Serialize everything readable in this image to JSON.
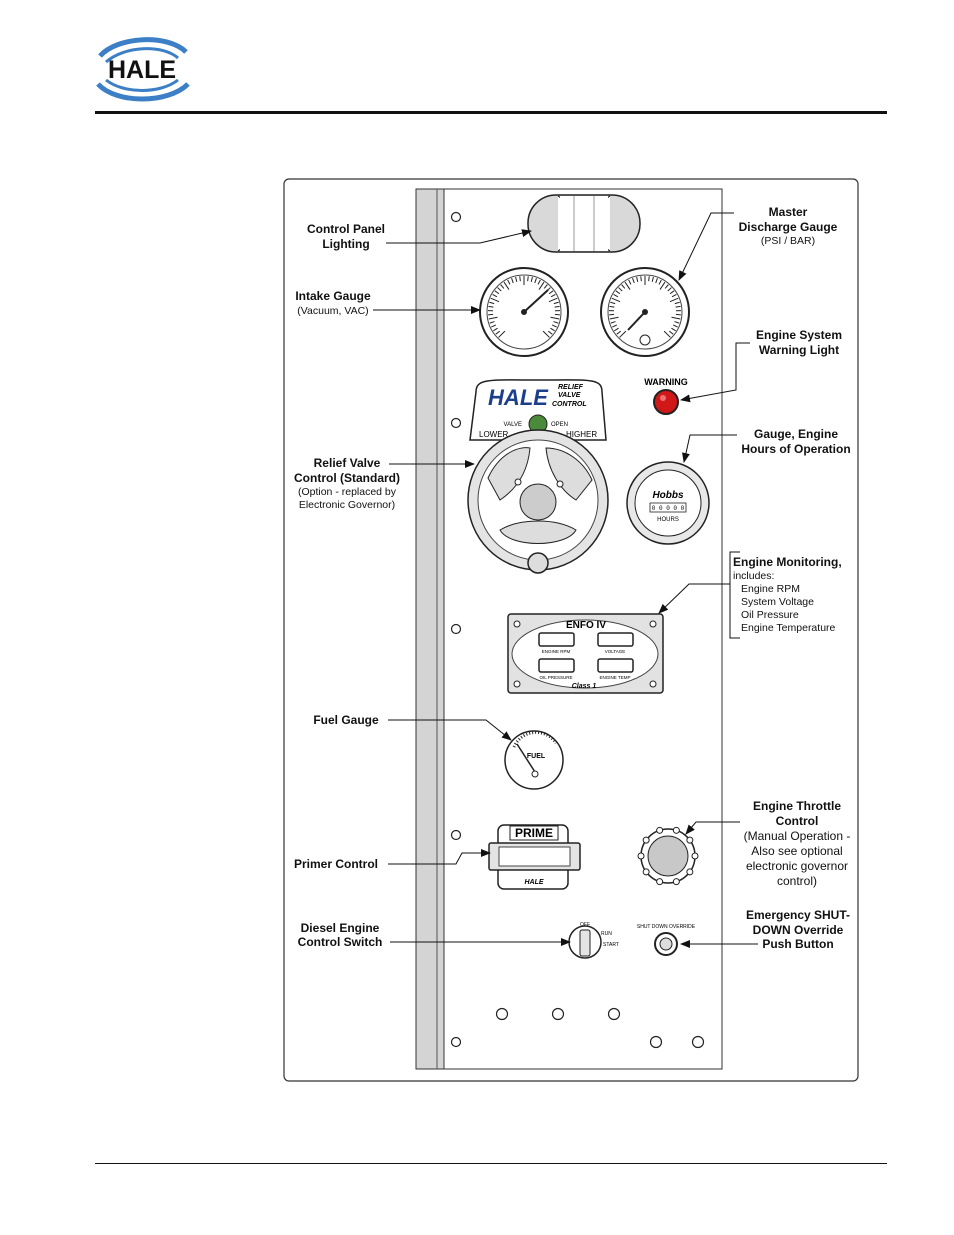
{
  "header": {
    "logo_text": "HALE"
  },
  "panel": {
    "hale_badge": "HALE",
    "relief_valve_text": [
      "RELIEF",
      "VALVE",
      "CONTROL"
    ],
    "valve_label": "VALVE",
    "open_label": "OPEN",
    "lower_label": "LOWER",
    "higher_label": "HIGHER",
    "warning_label": "WARNING",
    "hobbs_brand": "Hobbs",
    "hobbs_counter": "0 0 0 0 0",
    "hobbs_hours": "HOURS",
    "enfo_title": "ENFO IV",
    "enfo_engine_rpm": "ENGINE RPM",
    "enfo_voltage": "VOLTAGE",
    "enfo_oil_pressure": "OIL PRESSURE",
    "enfo_engine_temp": "ENGINE TEMP",
    "enfo_brand": "Class 1",
    "fuel_label": "FUEL",
    "prime_label": "PRIME",
    "primer_badge": "HALE",
    "switch_off": "OFF",
    "switch_run": "RUN",
    "switch_start": "START",
    "shutdown_override": "SHUT DOWN OVERRIDE"
  },
  "callouts": {
    "control_panel_lighting": [
      "Control Panel",
      "Lighting"
    ],
    "intake_gauge": {
      "title": "Intake Gauge",
      "sub": "(Vacuum, VAC)"
    },
    "master_discharge": {
      "title": [
        "Master",
        "Discharge Gauge"
      ],
      "sub": "(PSI / BAR)"
    },
    "engine_warning_light": [
      "Engine System",
      "Warning Light"
    ],
    "relief_valve": {
      "title": [
        "Relief Valve",
        "Control (Standard)"
      ],
      "sub": [
        "(Option - replaced by",
        "Electronic Governor)"
      ]
    },
    "hours_gauge": [
      "Gauge, Engine",
      "Hours of Operation"
    ],
    "engine_monitoring": {
      "title": "Engine Monitoring,",
      "includes": "includes:",
      "items": [
        "Engine RPM",
        "System Voltage",
        "Oil Pressure",
        "Engine Temperature"
      ]
    },
    "fuel_gauge": "Fuel Gauge",
    "primer_control": "Primer Control",
    "throttle": {
      "title": [
        "Engine Throttle",
        "Control"
      ],
      "sub": [
        "(Manual Operation -",
        "Also see optional",
        "electronic governor",
        "control)"
      ]
    },
    "diesel_switch": [
      "Diesel Engine",
      "Control Switch"
    ],
    "emergency_shutdown": [
      "Emergency SHUT-",
      "DOWN Override",
      "Push Button"
    ]
  }
}
